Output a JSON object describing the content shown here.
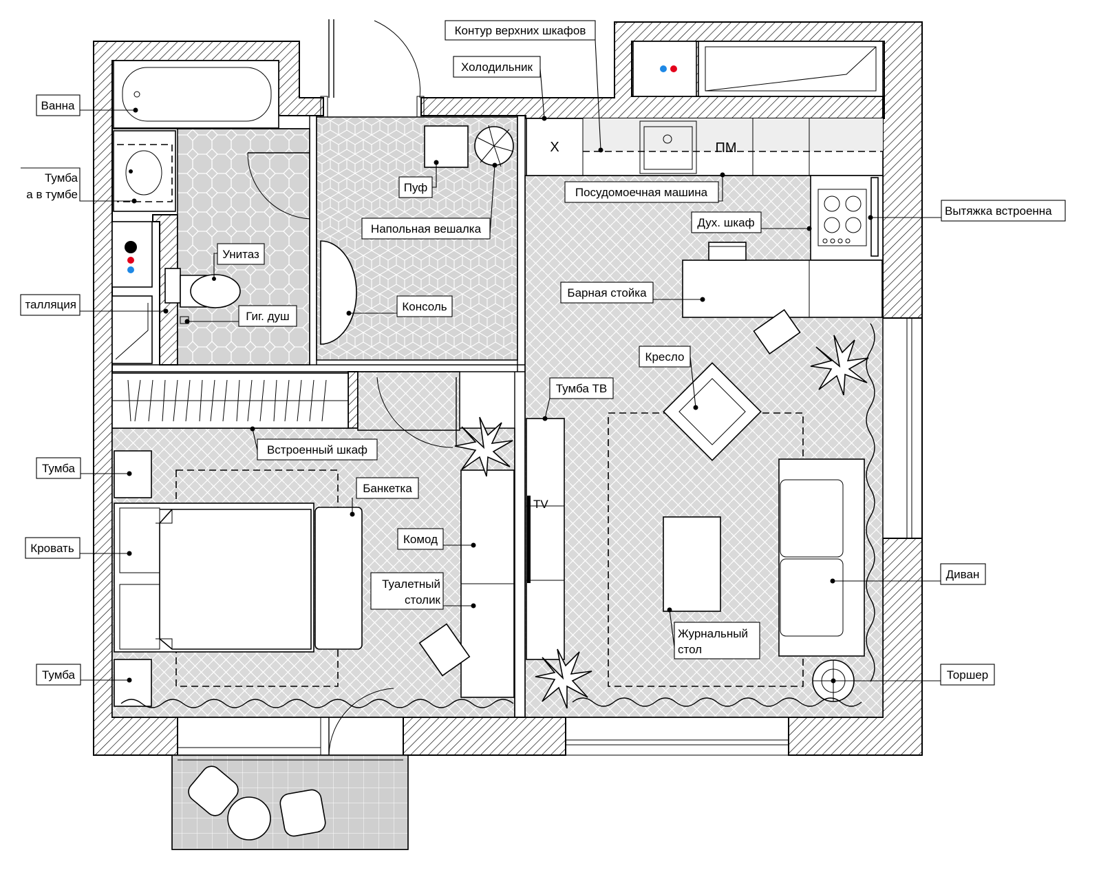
{
  "labels": {
    "bath": "Ванна",
    "vanity_1": "Тумба",
    "vanity_2": "а в тумбе",
    "installation": "талляция",
    "toilet": "Унитаз",
    "hyg_shower": "Гиг. душ",
    "pouf": "Пуф",
    "coat_rack": "Напольная вешалка",
    "console": "Консоль",
    "upper_cabinets": "Контур верхних шкафов",
    "fridge": "Холодильник",
    "dishwasher": "Посудомоечная машина",
    "oven": "Дух. шкаф",
    "hood": "Вытяжка встроенна",
    "bar_counter": "Барная стойка",
    "armchair": "Кресло",
    "tv_stand": "Тумба ТВ",
    "wardrobe": "Встроенный шкаф",
    "bedside_1": "Тумба",
    "bed": "Кровать",
    "bedside_2": "Тумба",
    "bench": "Банкетка",
    "dresser": "Комод",
    "dressing_1": "Туалетный",
    "dressing_2": "столик",
    "coffee_1": "Журнальный",
    "coffee_2": "стол",
    "sofa": "Диван",
    "floor_lamp": "Торшер"
  },
  "marks": {
    "fridge": "X",
    "dishwasher": "ПМ",
    "tv": "TV"
  },
  "colors": {
    "tile": "#d6d6d6",
    "wall_hatch": "#000000",
    "hot": "#e3001b",
    "cold": "#1e88e5"
  }
}
